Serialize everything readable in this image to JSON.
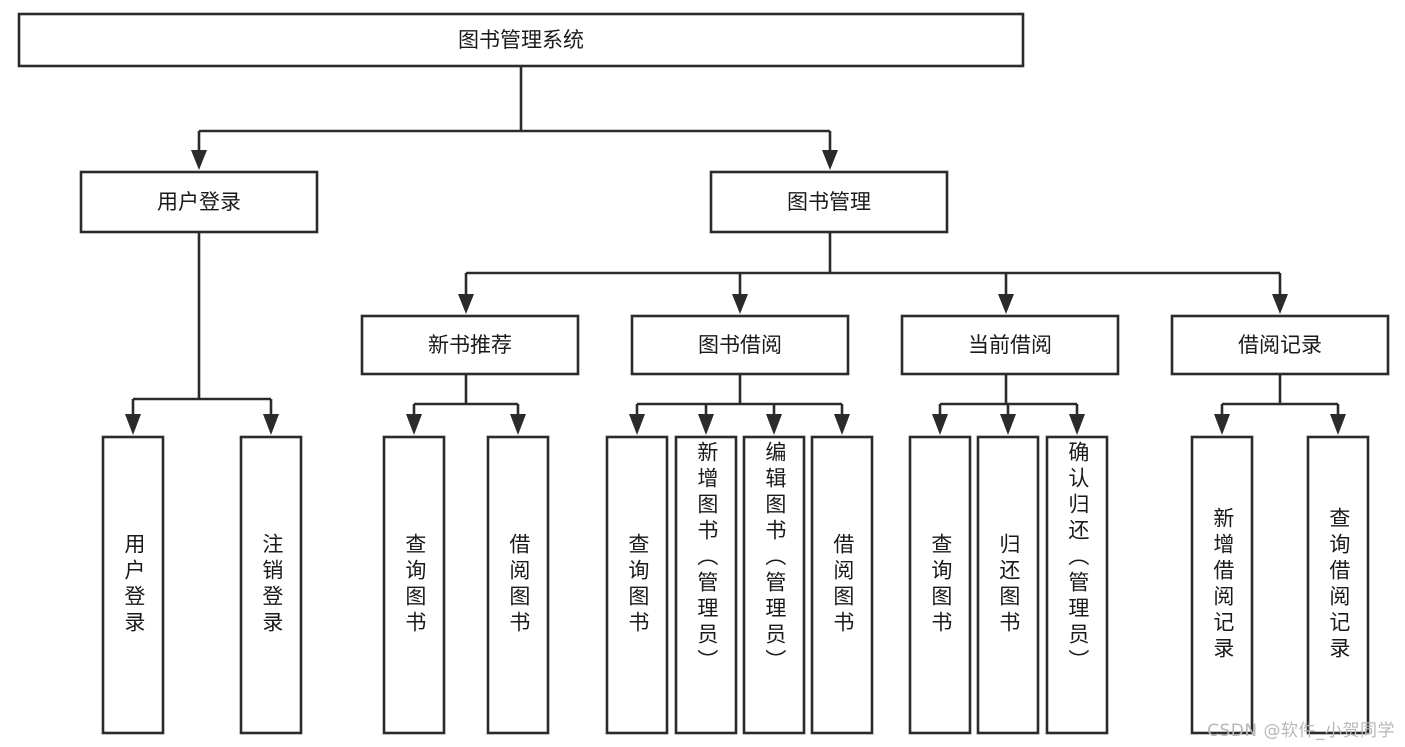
{
  "diagram": {
    "type": "tree-hierarchy-chart",
    "title": "图书管理系统",
    "orientation": "top-down",
    "colors": {
      "box_stroke": "#2b2b2b",
      "box_fill": "#ffffff",
      "connector": "#2b2b2b",
      "text": "#1a1a1a",
      "watermark": "#b8b8b8",
      "background": "#ffffff"
    },
    "root": {
      "label": "图书管理系统"
    },
    "level2": [
      {
        "label": "用户登录"
      },
      {
        "label": "图书管理"
      }
    ],
    "level3": [
      {
        "label": "新书推荐"
      },
      {
        "label": "图书借阅"
      },
      {
        "label": "当前借阅"
      },
      {
        "label": "借阅记录"
      }
    ],
    "leaves": {
      "user_login": [
        {
          "label": "用户登录"
        },
        {
          "label": "注销登录"
        }
      ],
      "new_book_recommend": [
        {
          "label": "查询图书"
        },
        {
          "label": "借阅图书"
        }
      ],
      "book_borrow": [
        {
          "label": "查询图书"
        },
        {
          "label": "新增图书（管理员）"
        },
        {
          "label": "编辑图书（管理员）"
        },
        {
          "label": "借阅图书"
        }
      ],
      "current_borrow": [
        {
          "label": "查询图书"
        },
        {
          "label": "归还图书"
        },
        {
          "label": "确认归还（管理员）"
        }
      ],
      "borrow_record": [
        {
          "label": "新增借阅记录"
        },
        {
          "label": "查询借阅记录"
        }
      ]
    }
  },
  "watermark": {
    "text": "CSDN @软件_小贺同学"
  }
}
